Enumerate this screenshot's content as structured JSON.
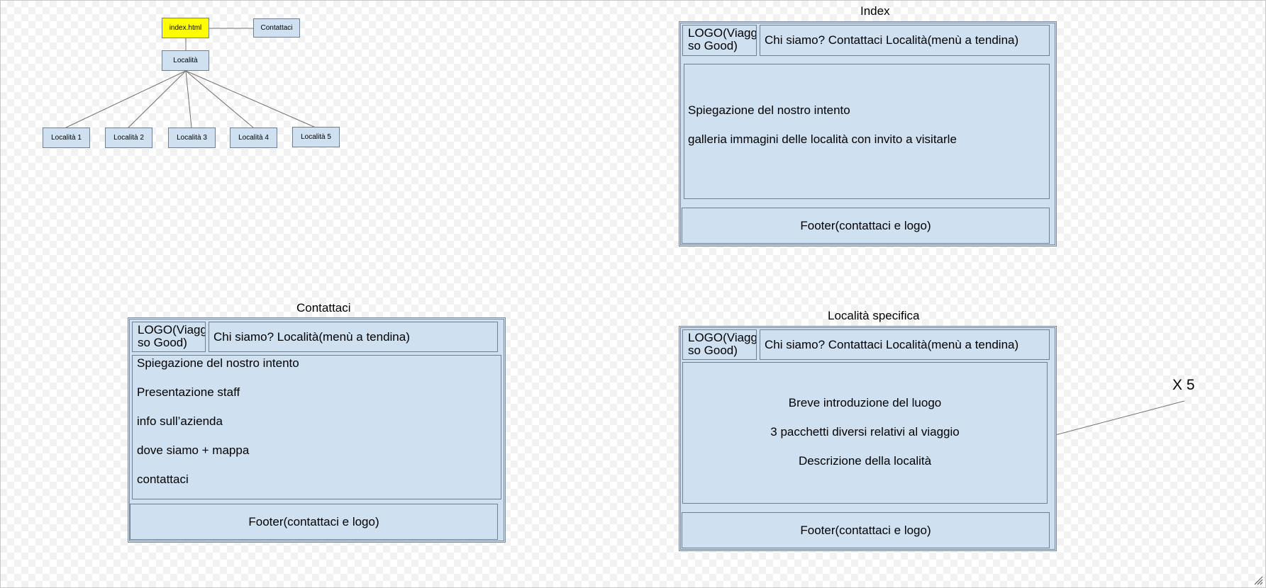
{
  "sitemap": {
    "root": "index.html",
    "contact": "Contattaci",
    "locations": "Località",
    "children": [
      "Località 1",
      "Località 2",
      "Località 3",
      "Località 4",
      "Località 5"
    ]
  },
  "index_page": {
    "title": "Index",
    "logo": "LOGO(Viaggi so Good)",
    "nav": "Chi siamo? Contattaci Località(menù a tendina)",
    "content": [
      "Spiegazione del nostro intento",
      "galleria immagini delle località con invito a visitarle"
    ],
    "footer": "Footer(contattaci e logo)"
  },
  "contact_page": {
    "title": "Contattaci",
    "logo": "LOGO(Viaggi so Good)",
    "nav": "Chi siamo? Località(menù a tendina)",
    "content": [
      "Spiegazione del nostro intento",
      "Presentazione staff",
      "info sull’azienda",
      "dove siamo + mappa",
      "contattaci"
    ],
    "footer": "Footer(contattaci e logo)"
  },
  "location_page": {
    "title": "Località specifica",
    "logo": "LOGO(Viaggi so Good)",
    "nav": "Chi siamo? Contattaci Località(menù a tendina)",
    "content": [
      "Breve introduzione del luogo",
      "3 pacchetti diversi relativi al viaggio",
      "Descrizione della località"
    ],
    "footer": "Footer(contattaci e logo)"
  },
  "multiplier": "X 5",
  "colors": {
    "box_fill": "#cfe0f1",
    "highlight": "#ffff00",
    "stroke": "#6f7f8f"
  }
}
